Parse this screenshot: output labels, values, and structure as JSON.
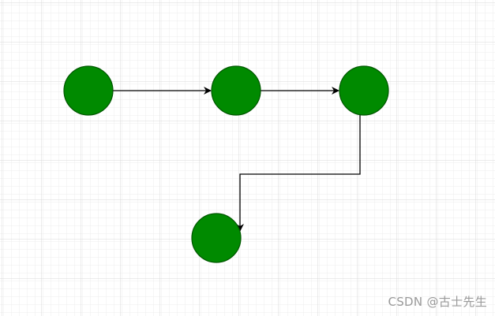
{
  "diagram": {
    "background": "#ffffff",
    "grid_minor_color": "#ececec",
    "grid_major_color": "#d9d9d9",
    "node_fill": "#008a00",
    "node_stroke": "#005700",
    "edge_color": "#000000",
    "nodes": [
      {
        "id": "n1",
        "label": ""
      },
      {
        "id": "n2",
        "label": ""
      },
      {
        "id": "n3",
        "label": ""
      },
      {
        "id": "n4",
        "label": ""
      }
    ],
    "edges": [
      {
        "from": "n1",
        "to": "n2",
        "style": "straight-arrow"
      },
      {
        "from": "n2",
        "to": "n3",
        "style": "straight-arrow"
      },
      {
        "from": "n3",
        "to": "n4",
        "style": "orthogonal-elbow-arrow"
      }
    ]
  },
  "watermark": {
    "text": "CSDN @古士先生"
  }
}
